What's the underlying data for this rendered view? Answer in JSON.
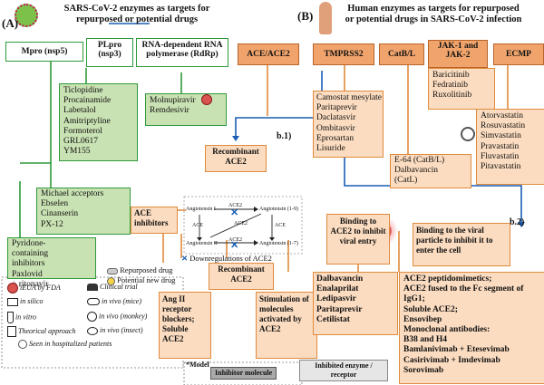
{
  "panel_a": {
    "label": "(A)",
    "title": "SARS-CoV-2 enzymes as targets for repurposed or potential drugs",
    "targets": [
      {
        "name": "Mpro (nsp5)"
      },
      {
        "name": "PLpro (nsp3)"
      },
      {
        "name": "RNA-dependent RNA polymerase (RdRp)"
      }
    ],
    "plpro_drugs": [
      "Ticlopidine",
      "Procainamide",
      "Labetalol",
      "Amitriptyline",
      "Formoterol",
      "GRL0617",
      "YM155"
    ],
    "rdrp_drugs": [
      "Molnupiravir",
      "Remdesivir"
    ],
    "mpro_drugs": [
      "Michael acceptors",
      "Ebselen",
      "Cinanserin",
      "PX-12"
    ],
    "mpro_drugs2": [
      "Pyridone-containing inhibitors",
      "Paxlovid",
      "+ ritonavir"
    ]
  },
  "panel_b": {
    "label": "(B)",
    "title": "Human enzymes as targets for repurposed or potential drugs in SARS-CoV-2 infection",
    "targets": [
      "ACE/ACE2",
      "TMPRSS2",
      "CatB/L",
      "JAK-1 and JAK-2",
      "ECMP"
    ],
    "tmprss2_drugs": [
      "Camostat mesylate",
      "Paritaprevir",
      "Daclatasvir",
      "Ombitasvir",
      "Eprosartan",
      "Lisuride"
    ],
    "jak_drugs": [
      "Baricitinib",
      "Fedratinib",
      "Ruxolitinib"
    ],
    "ecmp_drugs": [
      "Atorvastatin",
      "Rosuvastatin",
      "Simvastatin",
      "Pravastatin",
      "Fluvastatin",
      "Pitavastatin"
    ],
    "catbl_drugs": [
      "E-64 (CatB/L)",
      "Dalbavancin",
      "(CatL)"
    ],
    "binding_ace2_label": "Binding to ACE2 to inhibit viral entry",
    "binding_viral_label": "Binding to the viral particle to inhibit it to enter the cell",
    "ace2_binders": [
      "Dalbavancin",
      "Enalaprilat",
      "Ledipasvir",
      "Paritaprevir",
      "Cetilistat"
    ],
    "viral_binders": [
      "ACE2 peptidomimetics;",
      "ACE2 fused to the Fc segment of IgG1;",
      "Soluble ACE2;",
      "Ensovibep",
      "Monoclonal antibodies:",
      "B38 and H4",
      "Bamlanivimab + Etesevimab",
      "Casirivimab + Imdevimab",
      "Sorovimab"
    ]
  },
  "ras": {
    "b1": "b.1)",
    "b2": "b.2)",
    "recombinant_ace2_top": "Recombinant ACE2",
    "ace_inhibitors": "ACE inhibitors",
    "recombinant_ace2_mid": "Recombinant ACE2",
    "ang1": "Angiotensin I",
    "ang19": "Angiotensin (1-9)",
    "ang2": "Angiotensin II",
    "ang17": "Angiotensin (1-7)",
    "ace": "ACE",
    "ace2a": "ACE2",
    "ace2b": "ACE2",
    "ace2c": "ACE2",
    "ace_c": "ACE",
    "downreg": "Downregulations of ACE2",
    "repurposed": "Repurposed drug",
    "potential": "Potential new drug",
    "ang2_blockers": "Ang II receptor blockers; Soluble ACE2",
    "stimulation": "Stimulation of molecules activated by ACE2"
  },
  "legend": {
    "ieua": "iEUA by FDA",
    "clinical": "Clinical trial",
    "insilico": "in silico",
    "invivo_mice": "in vivo (mice)",
    "invitro": "in vitro",
    "invivo_monkey": "in vivo (monkey)",
    "theorical": "Theorical approach",
    "invivo_insect": "in vivo (insect)",
    "hospitalized": "Seen in hospitalized patients",
    "model": "*Model",
    "inhibitor_molecule": "Inhibitor molecule",
    "inhibited_enzyme": "Inhibited enzyme / receptor"
  }
}
